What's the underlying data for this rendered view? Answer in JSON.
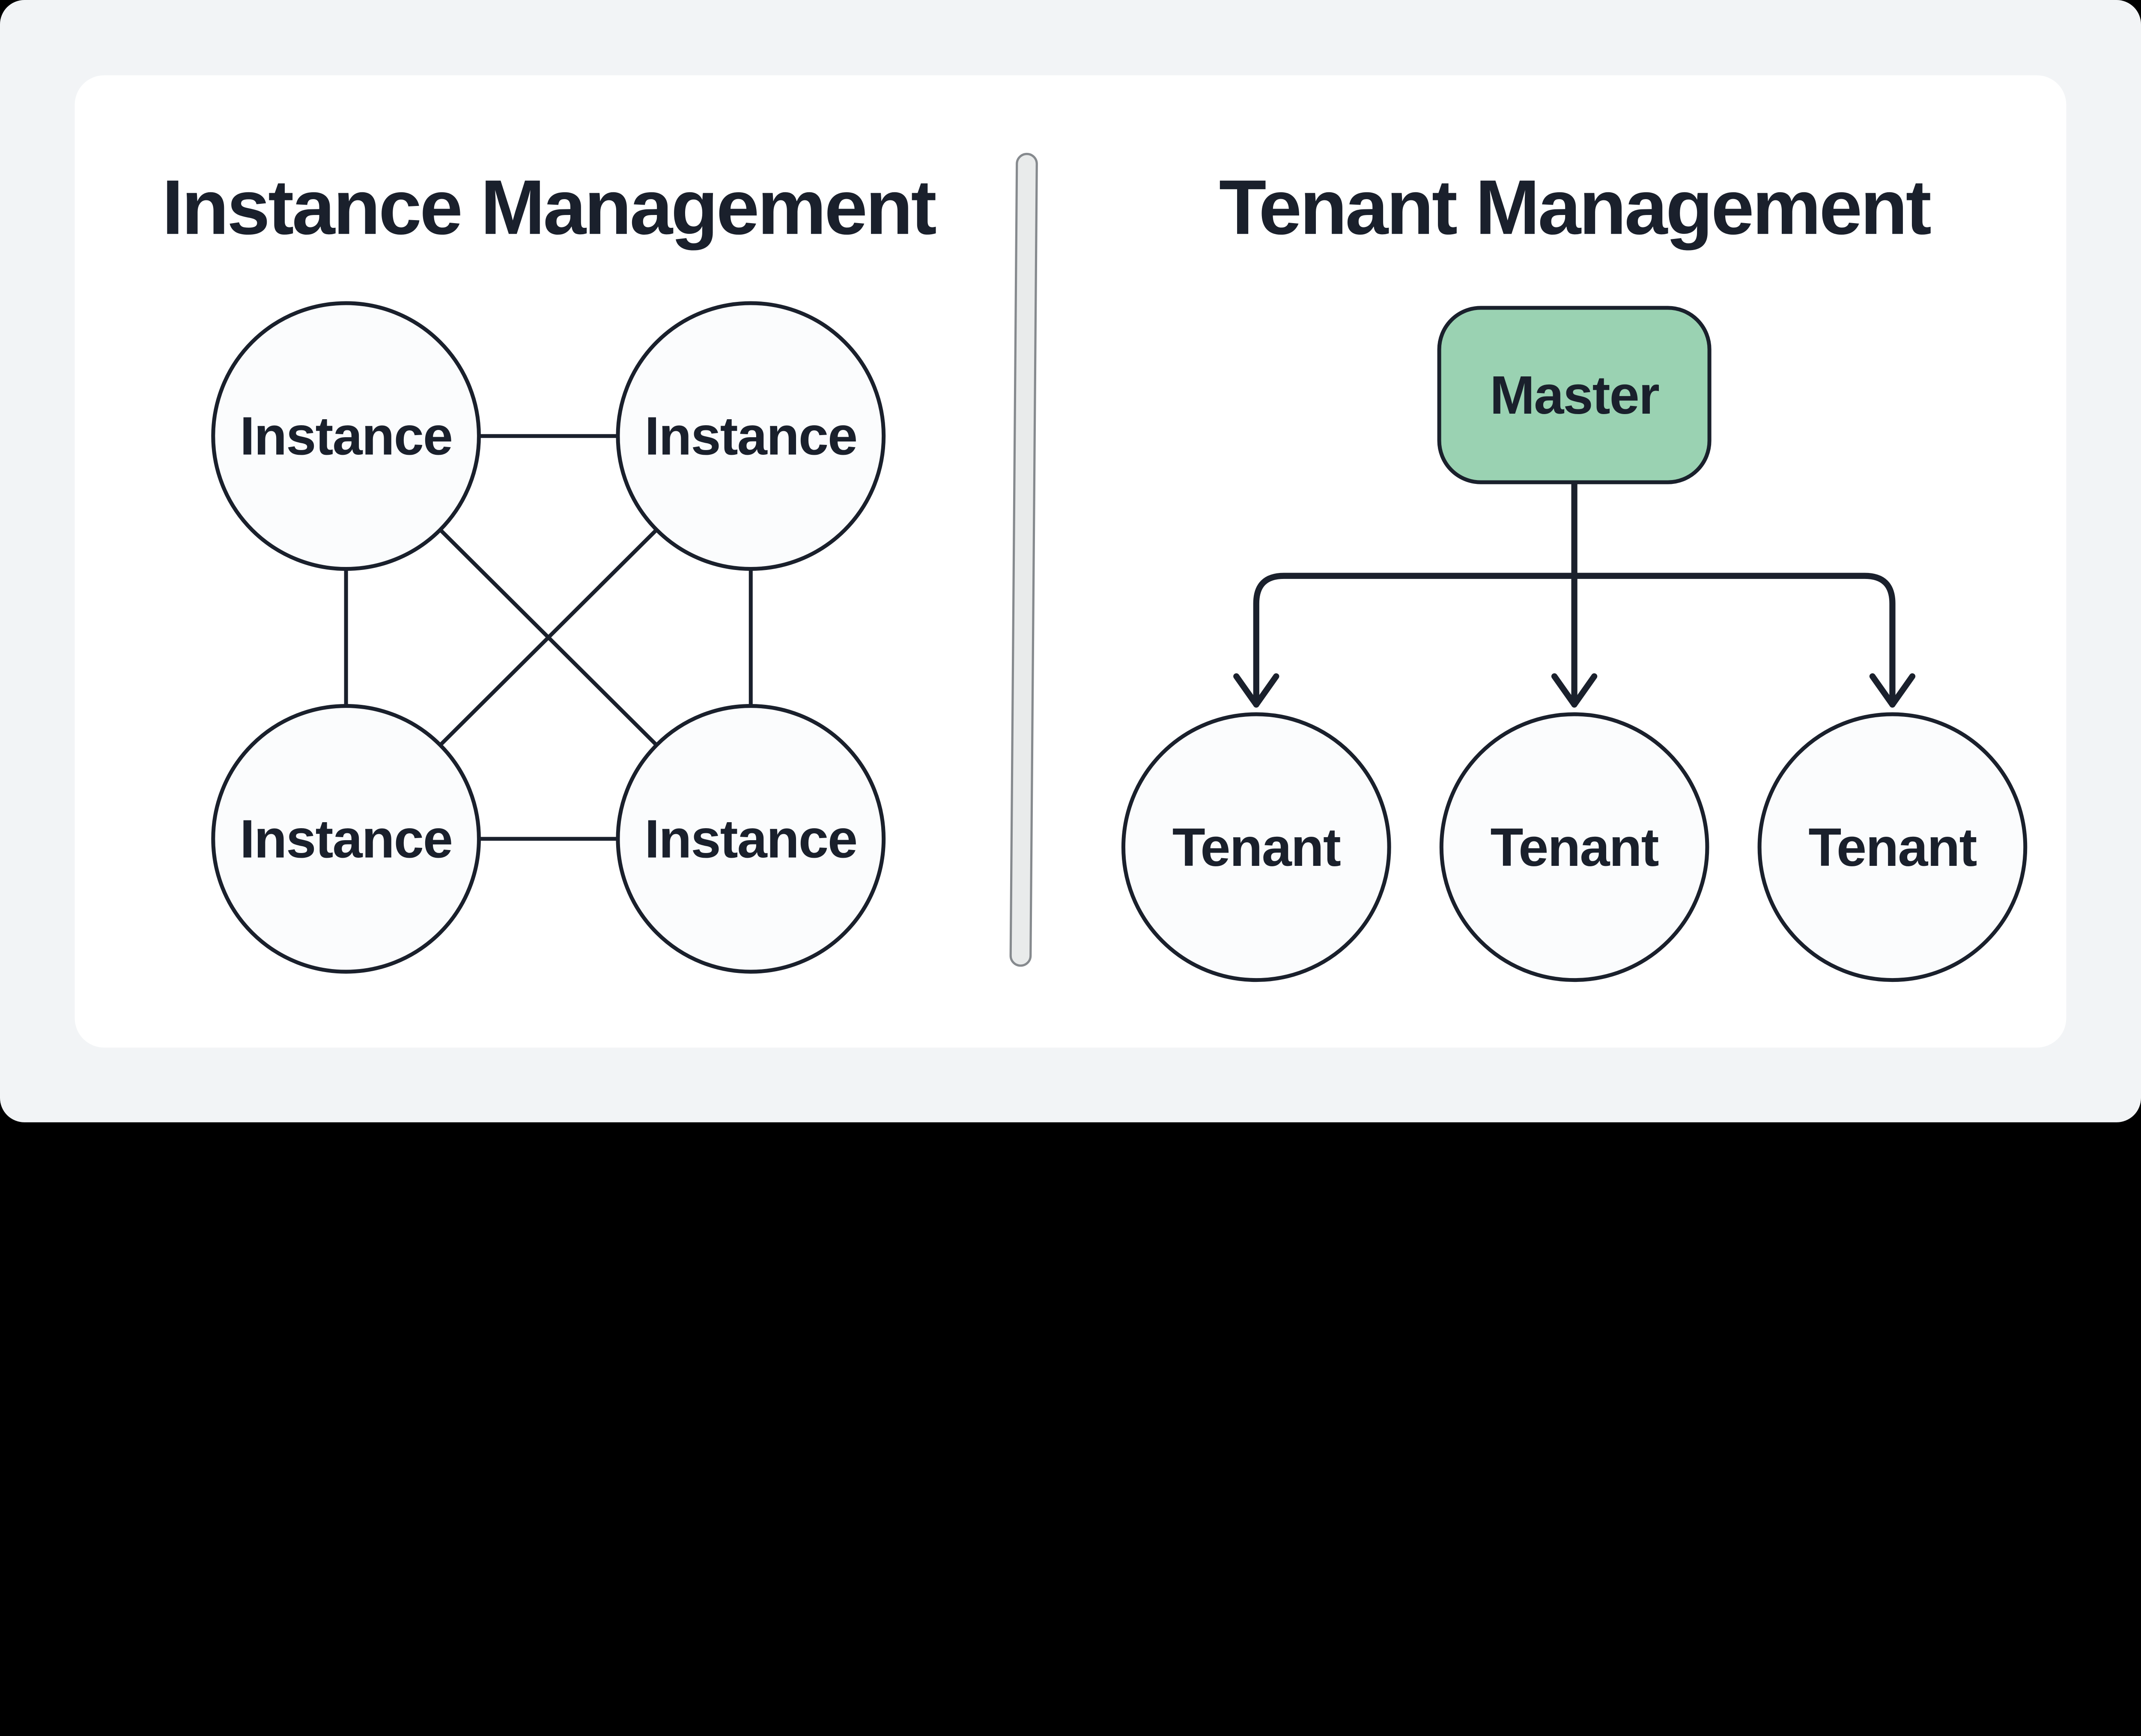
{
  "page": {
    "outer_background": "#000000",
    "canvas_background": "#F2F4F6",
    "card_background": "#FFFFFF"
  },
  "colors": {
    "line": "#1A202C",
    "text": "#1A202C",
    "node_fill": "#FBFCFD",
    "master_fill": "#9AD2B2",
    "divider_fill": "#E9EBEB",
    "divider_border": "#868A8E"
  },
  "left_panel": {
    "title": "Instance Management",
    "topology": "full-mesh",
    "nodes": [
      {
        "label": "Instance"
      },
      {
        "label": "Instance"
      },
      {
        "label": "Instance"
      },
      {
        "label": "Instance"
      }
    ]
  },
  "right_panel": {
    "title": "Tenant Management",
    "topology": "hierarchy",
    "master": {
      "label": "Master"
    },
    "tenants": [
      {
        "label": "Tenant"
      },
      {
        "label": "Tenant"
      },
      {
        "label": "Tenant"
      }
    ]
  }
}
